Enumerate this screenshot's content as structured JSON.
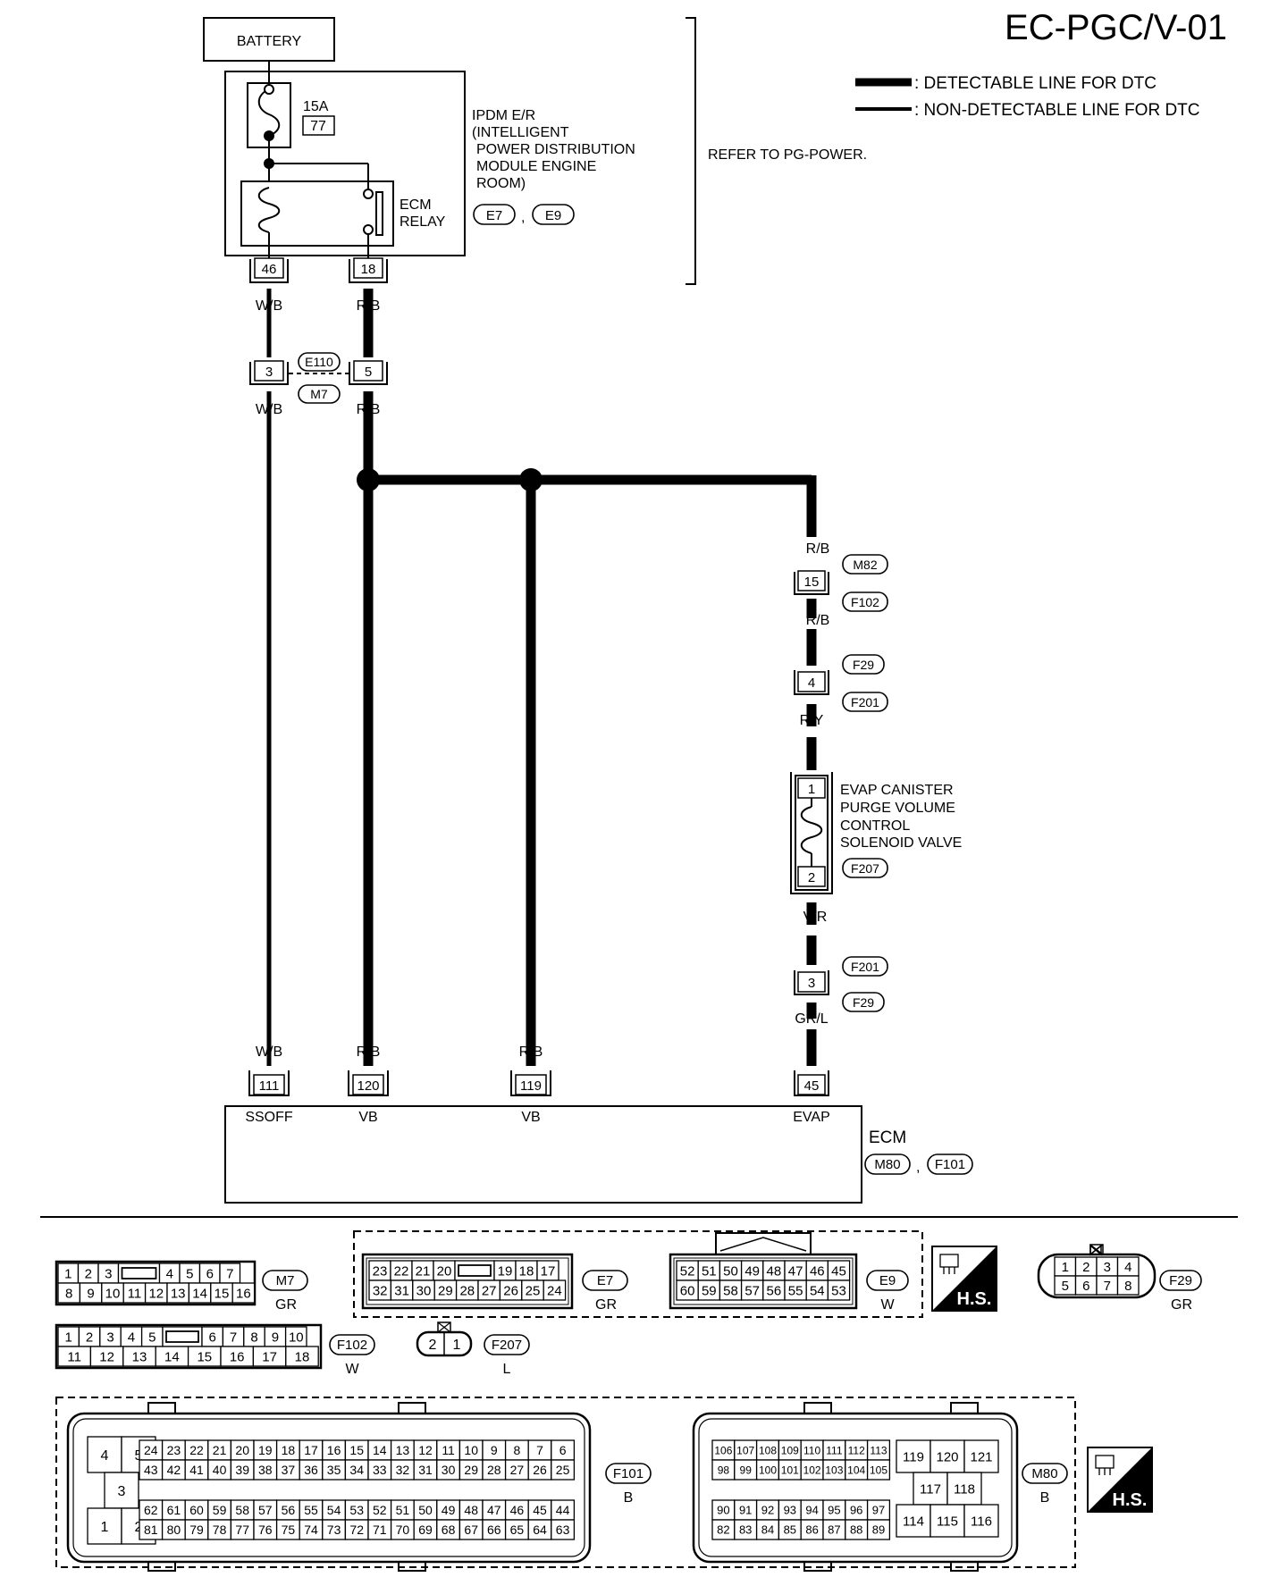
{
  "diagram": {
    "code": "EC-PGC/V-01",
    "legend": {
      "detectable": ": DETECTABLE LINE FOR DTC",
      "non_detectable": ": NON-DETECTABLE LINE FOR DTC"
    },
    "battery": "BATTERY",
    "fuse": {
      "rating": "15A",
      "number": "77"
    },
    "ipdm": {
      "lines": [
        "IPDM E/R",
        "(INTELLIGENT",
        "POWER DISTRIBUTION",
        "MODULE ENGINE",
        "ROOM)"
      ],
      "connectors": [
        "E7",
        "E9"
      ],
      "sep": ","
    },
    "refer": "REFER TO PG-POWER.",
    "ecm_relay": [
      "ECM",
      "RELAY"
    ],
    "pins": {
      "p46": "46",
      "p18": "18",
      "p3": "3",
      "p5": "5",
      "p15": "15",
      "p4": "4",
      "p1": "1",
      "p2": "2",
      "p3b": "3",
      "p111": "111",
      "p120": "120",
      "p119": "119",
      "p45": "45"
    },
    "wires": {
      "wb1": "W/B",
      "rb1": "R/B",
      "wb2": "W/B",
      "rb2": "R/B",
      "rb3": "R/B",
      "rb4": "R/B",
      "ry": "R/Y",
      "vr": "V/R",
      "grl": "GR/L",
      "wb3": "W/B",
      "rb5": "R/B",
      "rb6": "R/B"
    },
    "junction_connectors": {
      "e110": "E110",
      "m7": "M7",
      "m82": "M82",
      "f102": "F102",
      "f29a": "F29",
      "f201a": "F201",
      "f207": "F207",
      "f201b": "F201",
      "f29b": "F29"
    },
    "evap_valve": [
      "EVAP CANISTER",
      "PURGE VOLUME",
      "CONTROL",
      "SOLENOID VALVE"
    ],
    "ecm": {
      "label": "ECM",
      "connectors": [
        "M80",
        "F101"
      ],
      "sep": ",",
      "terminals": [
        "SSOFF",
        "VB",
        "VB",
        "EVAP"
      ]
    }
  },
  "connector_views": {
    "m7": {
      "id": "M7",
      "color": "GR",
      "top": [
        "1",
        "2",
        "3",
        "",
        "4",
        "5",
        "6",
        "7"
      ],
      "bottom": [
        "8",
        "9",
        "10",
        "11",
        "12",
        "13",
        "14",
        "15",
        "16"
      ]
    },
    "e7": {
      "id": "E7",
      "color": "GR",
      "top": [
        "23",
        "22",
        "21",
        "20",
        "",
        "19",
        "18",
        "17"
      ],
      "bottom": [
        "32",
        "31",
        "30",
        "29",
        "28",
        "27",
        "26",
        "25",
        "24"
      ]
    },
    "e9": {
      "id": "E9",
      "color": "W",
      "top": [
        "52",
        "51",
        "50",
        "49",
        "48",
        "47",
        "46",
        "45"
      ],
      "bottom": [
        "60",
        "59",
        "58",
        "57",
        "56",
        "55",
        "54",
        "53"
      ]
    },
    "f29": {
      "id": "F29",
      "color": "GR",
      "top": [
        "1",
        "2",
        "3",
        "4"
      ],
      "bottom": [
        "5",
        "6",
        "7",
        "8"
      ]
    },
    "f102": {
      "id": "F102",
      "color": "W",
      "top": [
        "1",
        "2",
        "3",
        "4",
        "5",
        "",
        "6",
        "7",
        "8",
        "9",
        "10"
      ],
      "bottom": [
        "11",
        "12",
        "13",
        "14",
        "15",
        "16",
        "17",
        "18"
      ]
    },
    "f207": {
      "id": "F207",
      "color": "L",
      "pins": [
        "2",
        "1"
      ]
    },
    "f101": {
      "id": "F101",
      "color": "B",
      "left_top": [
        "4",
        "5"
      ],
      "left_mid": "3",
      "left_bottom": [
        "1",
        "2"
      ],
      "r1": [
        "24",
        "23",
        "22",
        "21",
        "20",
        "19",
        "18",
        "17",
        "16",
        "15",
        "14",
        "13",
        "12",
        "11",
        "10",
        "9",
        "8",
        "7",
        "6"
      ],
      "r2": [
        "43",
        "42",
        "41",
        "40",
        "39",
        "38",
        "37",
        "36",
        "35",
        "34",
        "33",
        "32",
        "31",
        "30",
        "29",
        "28",
        "27",
        "26",
        "25"
      ],
      "r3": [
        "62",
        "61",
        "60",
        "59",
        "58",
        "57",
        "56",
        "55",
        "54",
        "53",
        "52",
        "51",
        "50",
        "49",
        "48",
        "47",
        "46",
        "45",
        "44"
      ],
      "r4": [
        "81",
        "80",
        "79",
        "78",
        "77",
        "76",
        "75",
        "74",
        "73",
        "72",
        "71",
        "70",
        "69",
        "68",
        "67",
        "66",
        "65",
        "64",
        "63"
      ]
    },
    "m80": {
      "id": "M80",
      "color": "B",
      "r1": [
        "106",
        "107",
        "108",
        "109",
        "110",
        "111",
        "112",
        "113"
      ],
      "r2": [
        "98",
        "99",
        "100",
        "101",
        "102",
        "103",
        "104",
        "105"
      ],
      "r3": [
        "90",
        "91",
        "92",
        "93",
        "94",
        "95",
        "96",
        "97"
      ],
      "r4": [
        "82",
        "83",
        "84",
        "85",
        "86",
        "87",
        "88",
        "89"
      ],
      "right_top": [
        "119",
        "120",
        "121"
      ],
      "right_mid": [
        "117",
        "118"
      ],
      "right_bottom": [
        "114",
        "115",
        "116"
      ]
    },
    "hs": "H.S."
  }
}
